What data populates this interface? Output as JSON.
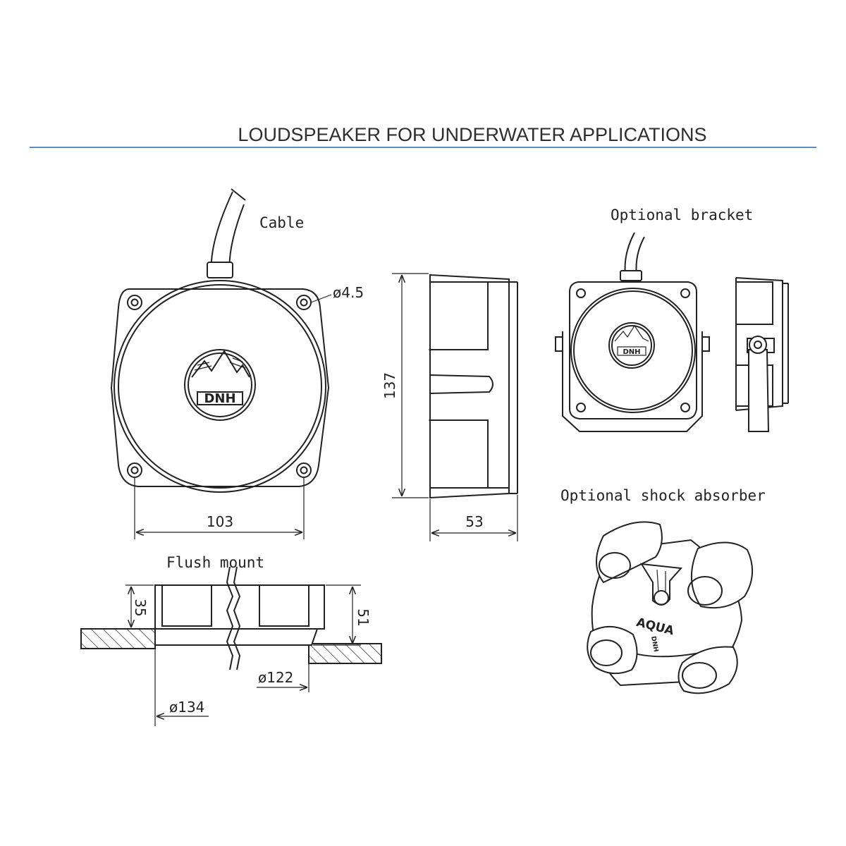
{
  "header": {
    "title": "LOUDSPEAKER FOR UNDERWATER APPLICATIONS",
    "rule_color": "#5a8fc4"
  },
  "front_view": {
    "cable_label": "Cable",
    "hole_label": "ø4.5",
    "width_label": "103",
    "logo_text": "DNH"
  },
  "side_view": {
    "height_label": "137",
    "depth_label": "53"
  },
  "bracket_view": {
    "label": "Optional bracket",
    "logo_text": "DNH"
  },
  "shock_absorber": {
    "label": "Optional shock absorber",
    "brand_text": "AQUA",
    "logo_text": "DNH"
  },
  "flush_mount": {
    "label": "Flush mount",
    "depth_label": "35",
    "height_label": "51",
    "inner_diameter_label": "ø122",
    "outer_diameter_label": "ø134"
  }
}
